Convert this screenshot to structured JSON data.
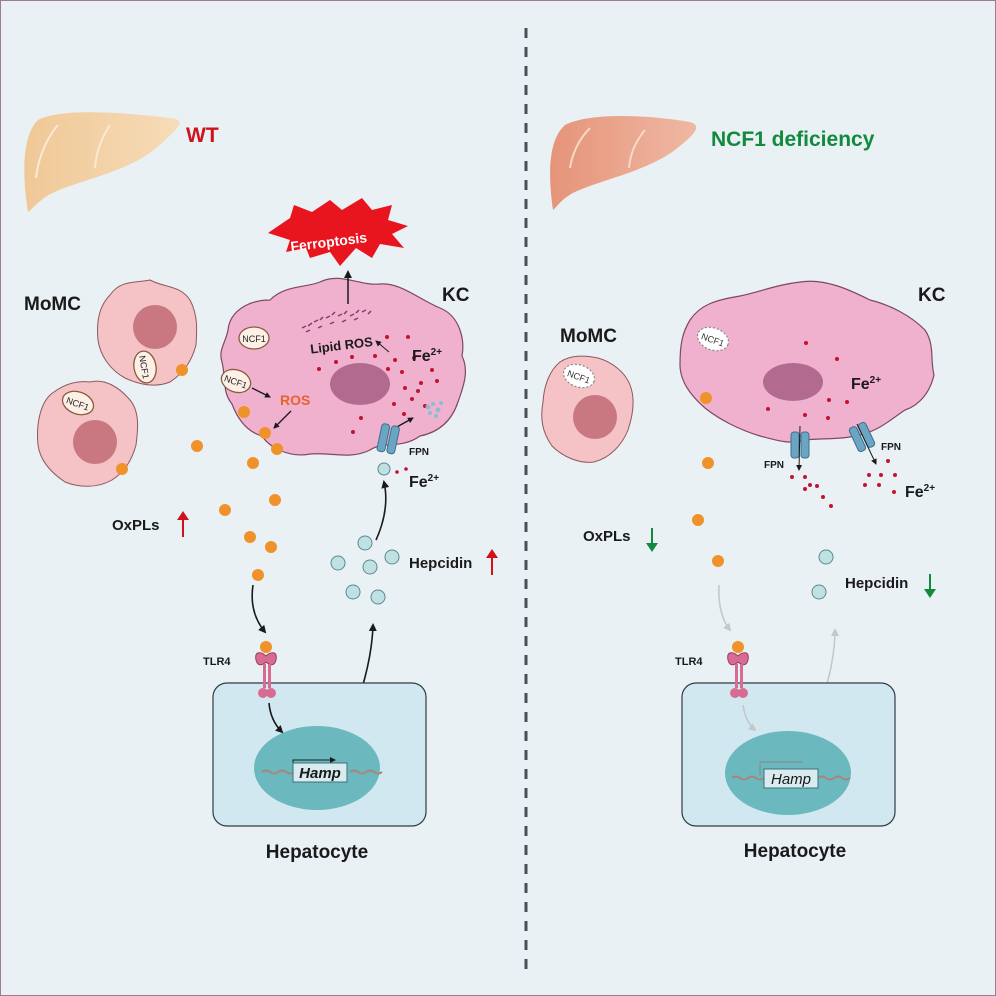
{
  "left_panel": {
    "condition_label": "WT",
    "condition_color": "#d0121b",
    "ferroptosis_label": "Ferroptosis",
    "kc_label": "KC",
    "momc_label": "MoMC",
    "ncf1_label": "NCF1",
    "ros_label": "ROS",
    "lipid_ros_label": "Lipid ROS",
    "fe_label": "Fe",
    "fe_superscript": "2+",
    "fpn_label": "FPN",
    "oxpls_label": "OxPLs",
    "oxpls_trend": "up",
    "hepcidin_label": "Hepcidin",
    "hepcidin_trend": "up",
    "tlr4_label": "TLR4",
    "hamp_label": "Hamp",
    "hepatocyte_label": "Hepatocyte",
    "trend_color": "#d0121b"
  },
  "right_panel": {
    "condition_label": "NCF1 deficiency",
    "condition_color": "#118a3e",
    "kc_label": "KC",
    "momc_label": "MoMC",
    "ncf1_label": "NCF1",
    "fe_label": "Fe",
    "fe_superscript": "2+",
    "fpn_label": "FPN",
    "oxpls_label": "OxPLs",
    "oxpls_trend": "down",
    "hepcidin_label": "Hepcidin",
    "hepcidin_trend": "down",
    "tlr4_label": "TLR4",
    "hamp_label": "Hamp",
    "hepatocyte_label": "Hepatocyte",
    "trend_color": "#118a3e"
  }
}
